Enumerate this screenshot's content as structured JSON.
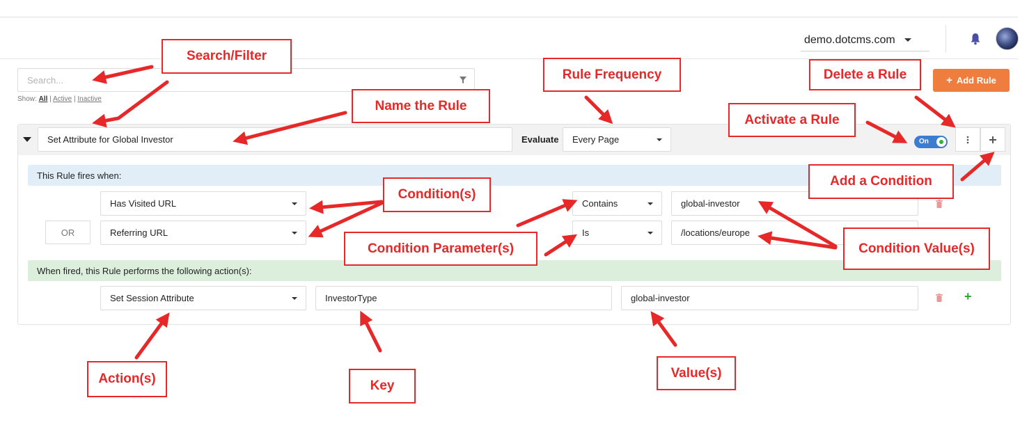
{
  "header": {
    "site": "demo.dotcms.com"
  },
  "search": {
    "placeholder": "Search...",
    "show_label": "Show:",
    "filters": [
      "All",
      "Active",
      "Inactive"
    ]
  },
  "toolbar": {
    "add_rule_label": "Add Rule"
  },
  "rule": {
    "name": "Set Attribute for Global Investor",
    "evaluate_label": "Evaluate",
    "frequency": "Every Page",
    "toggle_label": "On",
    "fires_when_label": "This Rule fires when:",
    "conditions": [
      {
        "operator": "",
        "type": "Has Visited URL",
        "comparison": "Contains",
        "value": "global-investor"
      },
      {
        "operator": "OR",
        "type": "Referring URL",
        "comparison": "Is",
        "value": "/locations/europe"
      }
    ],
    "actions_label": "When fired, this Rule performs the following action(s):",
    "actions": [
      {
        "type": "Set Session Attribute",
        "key": "InvestorType",
        "value": "global-investor"
      }
    ]
  },
  "callouts": {
    "search_filter": "Search/Filter",
    "rule_frequency": "Rule Frequency",
    "delete_rule": "Delete a Rule",
    "name_rule": "Name the Rule",
    "activate_rule": "Activate a Rule",
    "add_condition": "Add a Condition",
    "conditions": "Condition(s)",
    "condition_parameters": "Condition Parameter(s)",
    "condition_values": "Condition Value(s)",
    "actions": "Action(s)",
    "key": "Key",
    "values": "Value(s)"
  },
  "colors": {
    "accent": "#ef7d3d",
    "annotation": "#e62828",
    "toggle_on": "#3d7dd1",
    "conditions_bg": "#e1edf7",
    "actions_bg": "#dcefdc"
  }
}
